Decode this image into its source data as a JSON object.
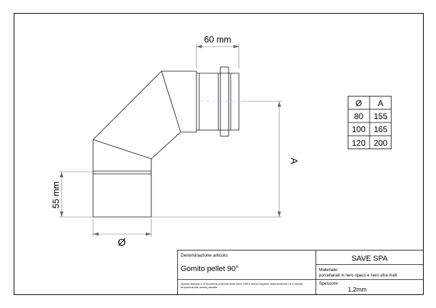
{
  "dimensions": {
    "top_width": "60 mm",
    "bottom_height": "55 mm",
    "height_label": "A",
    "diameter_symbol": "Ø"
  },
  "size_table": {
    "headers": [
      "Ø",
      "A"
    ],
    "rows": [
      [
        "80",
        "155"
      ],
      [
        "100",
        "165"
      ],
      [
        "120",
        "200"
      ]
    ]
  },
  "title_block": {
    "name_label": "Denominazione articolo:",
    "name_value": "Gomito pellet 90°",
    "company": "SAVE SPA",
    "material_label": "Materiale:",
    "material_value": "porcellanati in nero opaco e nero ultra matt",
    "thickness_label": "Spessore:",
    "thickness_value": "1,2mm",
    "disclaimer_line1": "Questo disegno è di esclusiva proprietà della Save SPA e senza regolare autorizzazione ne è vietata",
    "disclaimer_line2": "la riproduzione anche parziale."
  },
  "colors": {
    "line": "#000000",
    "dimension": "#6a6a6a",
    "center_line": "#9be3ff"
  }
}
